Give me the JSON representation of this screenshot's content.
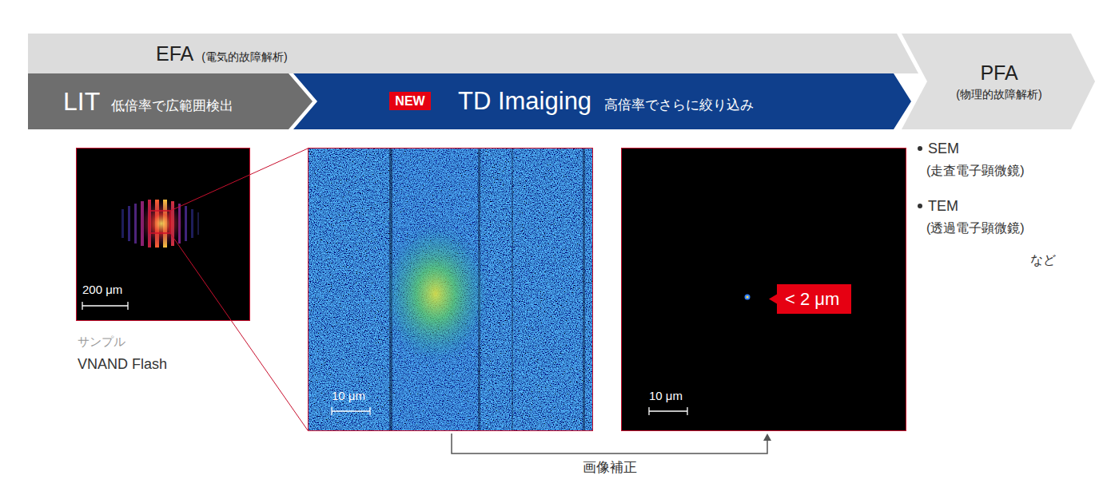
{
  "diagram": {
    "nodes": [
      {
        "text": [
          "EFA",
          "(電気的故障解析)"
        ]
      },
      {
        "text": [
          "LIT",
          "低倍率で広範囲検出"
        ]
      },
      {
        "text": [
          "TD Imaiging",
          "高倍率でさらに絞り込み"
        ]
      },
      {
        "text": [
          "NEW"
        ],
        "in": 2
      },
      {
        "text": [
          "PFA",
          "(物理的故障解析)"
        ]
      },
      {
        "text": [
          "200 μm"
        ]
      },
      {
        "text": [
          "10 μm"
        ]
      },
      {
        "text": [
          "10 μm"
        ]
      },
      {
        "text": [
          "< 2 μm"
        ],
        "in": 7
      }
    ],
    "edges": [
      {
        "from": 6,
        "to": 7,
        "label": "画像補正",
        "arrow": "to"
      }
    ],
    "labels": [
      "サンプル",
      "VNAND Flash",
      "SEM",
      "(走査電子顕微鏡)",
      "TEM",
      "(透過電子顕微鏡)",
      "など"
    ]
  }
}
